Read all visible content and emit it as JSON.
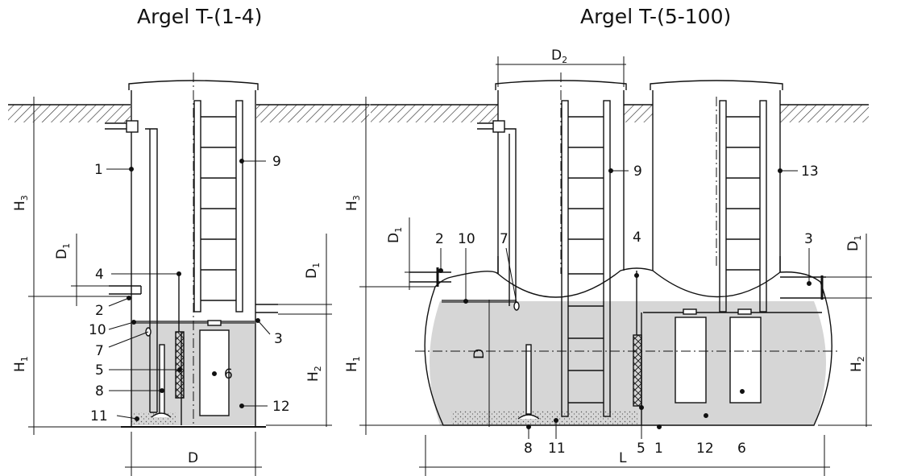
{
  "titles": {
    "left": "Argel T-(1-4)",
    "right": "Argel T-(5-100)"
  },
  "left": {
    "dims": {
      "h3": "H",
      "h3_sub": "3",
      "h1": "H",
      "h1_sub": "1",
      "h2": "H",
      "h2_sub": "2",
      "d1a": "D",
      "d1a_sub": "1",
      "d1b": "D",
      "d1b_sub": "1",
      "d": "D"
    },
    "labels": {
      "l1": "1",
      "l9": "9",
      "l4": "4",
      "l2": "2",
      "l3": "3",
      "l10": "10",
      "l7": "7",
      "l5": "5",
      "l6": "6",
      "l8": "8",
      "l12": "12",
      "l11": "11"
    }
  },
  "right": {
    "dims": {
      "d2": "D",
      "d2_sub": "2",
      "h3": "H",
      "h3_sub": "3",
      "h1": "H",
      "h1_sub": "1",
      "h2": "H",
      "h2_sub": "2",
      "d1a": "D",
      "d1a_sub": "1",
      "d1b": "D",
      "d1b_sub": "1",
      "d": "D",
      "l": "L"
    },
    "labels": {
      "l9": "9",
      "l13": "13",
      "l2": "2",
      "l10": "10",
      "l7": "7",
      "l4": "4",
      "l3": "3",
      "l8": "8",
      "l11": "11",
      "l5": "5",
      "l1": "1",
      "l12": "12",
      "l6": "6"
    }
  },
  "colors": {
    "fill": "#d6d6d6",
    "line": "#111111"
  }
}
